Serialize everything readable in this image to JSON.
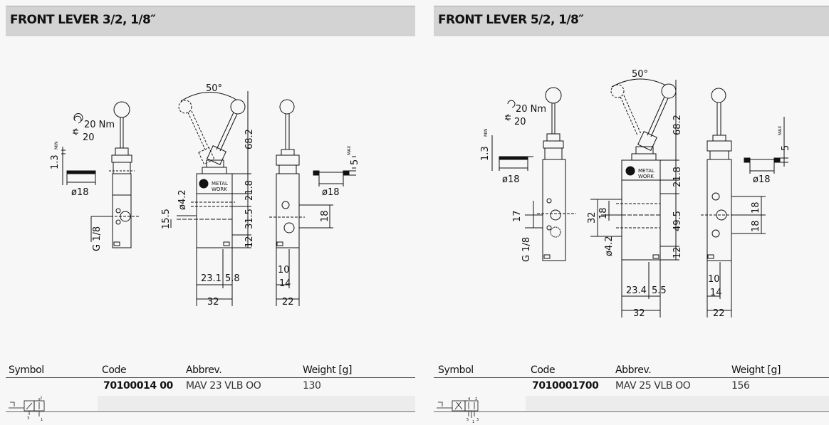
{
  "panels": [
    {
      "title": "FRONT LEVER 3/2, 1/8″",
      "columns": {
        "symbol": "Symbol",
        "code": "Code",
        "abbrev": "Abbrev.",
        "weight": "Weight [g]"
      },
      "row": {
        "code": "70100014 00",
        "abbrev": "MAV 23 VLB OO",
        "weight": "130"
      },
      "dims": {
        "torque": "20 Nm",
        "wrench": "20",
        "min_label": "MIN",
        "max_label": "MAX",
        "d13": "1.3",
        "dia18": "ø18",
        "thread": "G 1/8",
        "angle": "50°",
        "d682": "68.2",
        "d218": "21.8",
        "d315": "31.5",
        "d12": "12",
        "d42": "ø4.2",
        "d155": "15.5",
        "d231": "23.1",
        "d58": "5.8",
        "d32": "32",
        "d5": "5",
        "d18": "18",
        "d10": "10",
        "d14": "14",
        "d22": "22",
        "logo1": "METAL",
        "logo2": "WORK"
      }
    },
    {
      "title": "FRONT LEVER 5/2, 1/8″",
      "columns": {
        "symbol": "Symbol",
        "code": "Code",
        "abbrev": "Abbrev.",
        "weight": "Weight [g]"
      },
      "row": {
        "code": "7010001700",
        "abbrev": "MAV 25 VLB OO",
        "weight": "156"
      },
      "dims": {
        "torque": "20 Nm",
        "wrench": "20",
        "min_label": "MIN",
        "max_label": "MAX",
        "d13": "1.3",
        "dia18": "ø18",
        "thread": "G 1/8",
        "angle": "50°",
        "d682": "68.2",
        "d218": "21.8",
        "d495": "49.5",
        "d12": "12",
        "d42": "ø4.2",
        "d17": "17",
        "d32v": "32",
        "d18v": "18",
        "d234": "23.4",
        "d55": "5.5",
        "d32": "32",
        "d5": "5",
        "d18a": "18",
        "d18b": "18",
        "d10": "10",
        "d14": "14",
        "d22": "22",
        "logo1": "METAL",
        "logo2": "WORK"
      }
    }
  ]
}
